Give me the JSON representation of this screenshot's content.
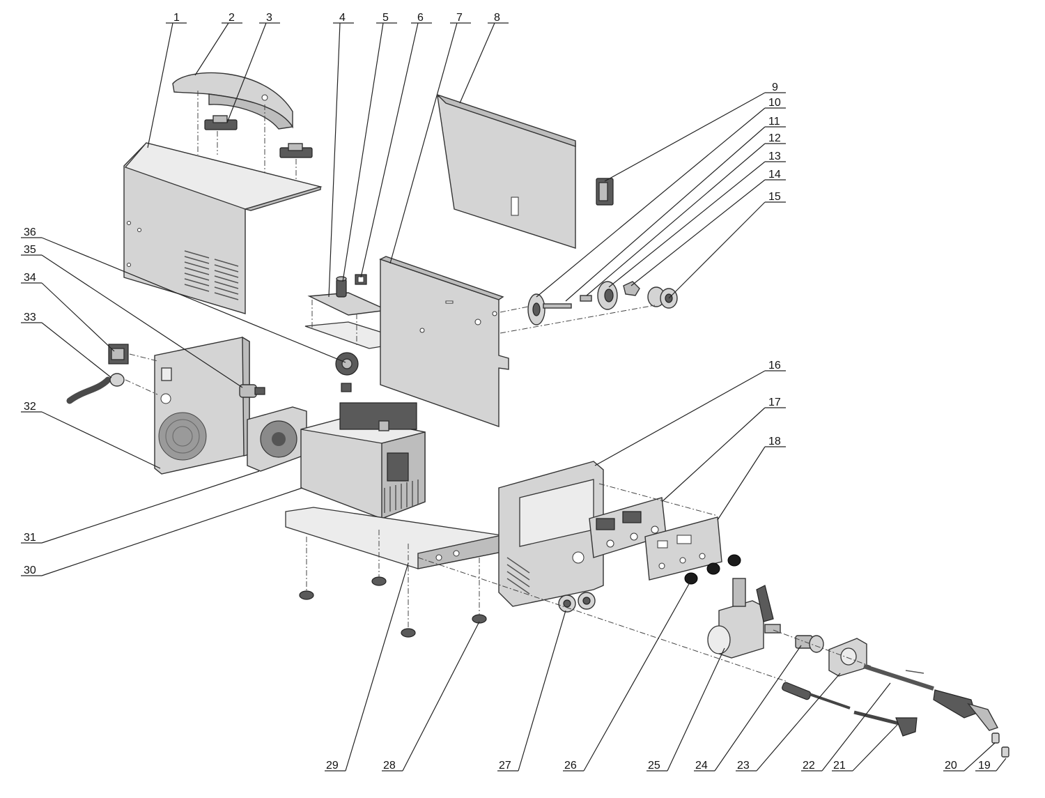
{
  "callouts": [
    "1",
    "2",
    "3",
    "4",
    "5",
    "6",
    "7",
    "8",
    "9",
    "10",
    "11",
    "12",
    "13",
    "14",
    "15",
    "16",
    "17",
    "18",
    "19",
    "20",
    "21",
    "22",
    "23",
    "24",
    "25",
    "26",
    "27",
    "28",
    "29",
    "30",
    "31",
    "32",
    "33",
    "34",
    "35",
    "36"
  ],
  "colors": {
    "line": "#222222",
    "part_fill": "#d4d4d4",
    "part_shade": "#bdbdbd",
    "knob": "#1b1b1b",
    "background": "#ffffff"
  }
}
